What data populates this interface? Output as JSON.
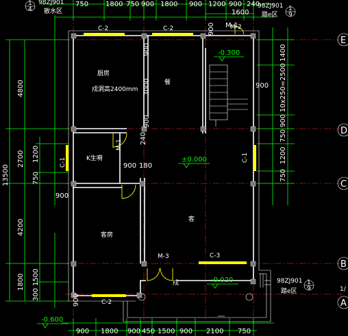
{
  "drawing": {
    "top_dims": [
      "750",
      "1800",
      "750",
      "900",
      "1800",
      "900",
      "1200",
      "900",
      "240"
    ],
    "top_dim2": "1600",
    "bottom_dims": [
      "900",
      "1800",
      "900",
      "450",
      "1500",
      "900",
      "2100",
      "750"
    ],
    "left_dims_outer": [
      "4800",
      "2700",
      "4200",
      "1800"
    ],
    "left_total": "13500",
    "left_dims_inner": [
      "1200",
      "750",
      "1500",
      "300"
    ],
    "right_dims": [
      "1400",
      "10x250=2500",
      "900",
      "750",
      "1200",
      "750"
    ],
    "axis_labels": [
      "E",
      "D",
      "C",
      "B",
      "A"
    ],
    "axis_partial_label": "1/",
    "detail_refs": {
      "top_left_num": "1",
      "top_left_den": "4",
      "top_left_std": "98ZJ901",
      "top_left_name": "散水区",
      "top_right_num": "1",
      "top_right_den": "9",
      "top_right_std": "98ZJ901",
      "top_right_name": "踏e区",
      "bottom_right_num": "1",
      "bottom_right_den": "9",
      "bottom_right_std": "98ZJ901",
      "bottom_right_name": "踏e区"
    },
    "windows": [
      "C-2",
      "C-2",
      "C-1",
      "C-1",
      "C-3",
      "C-2"
    ],
    "doors": [
      "M-2",
      "M-1",
      "M-3"
    ],
    "rooms": {
      "kitchen": "厨房",
      "kitchen_note": "戍洞高2400mm",
      "dining": "餐",
      "bathroom": "K生嗬",
      "living": "客",
      "bedroom": "客房",
      "entry": "戍"
    },
    "levels": [
      "-0.300",
      "±0.000",
      "-0.020",
      "-0.600"
    ],
    "misc_dims": {
      "wall_900_a": "900",
      "wall_3000": "3000",
      "wall_900_b": "900",
      "stair_900": "900",
      "bath_240": "240",
      "bath_900": "900",
      "bath_180": "180",
      "bedroom_900": "900",
      "bottom_300": "300",
      "bottom_900": "900",
      "m1_label": "M-1"
    },
    "colors": {
      "background": "#000000",
      "dimension": "#00ff00",
      "wall": "#ffffff",
      "window": "#ffff00",
      "grid": "#ff2a2a",
      "column": "#7a7a7a"
    }
  }
}
